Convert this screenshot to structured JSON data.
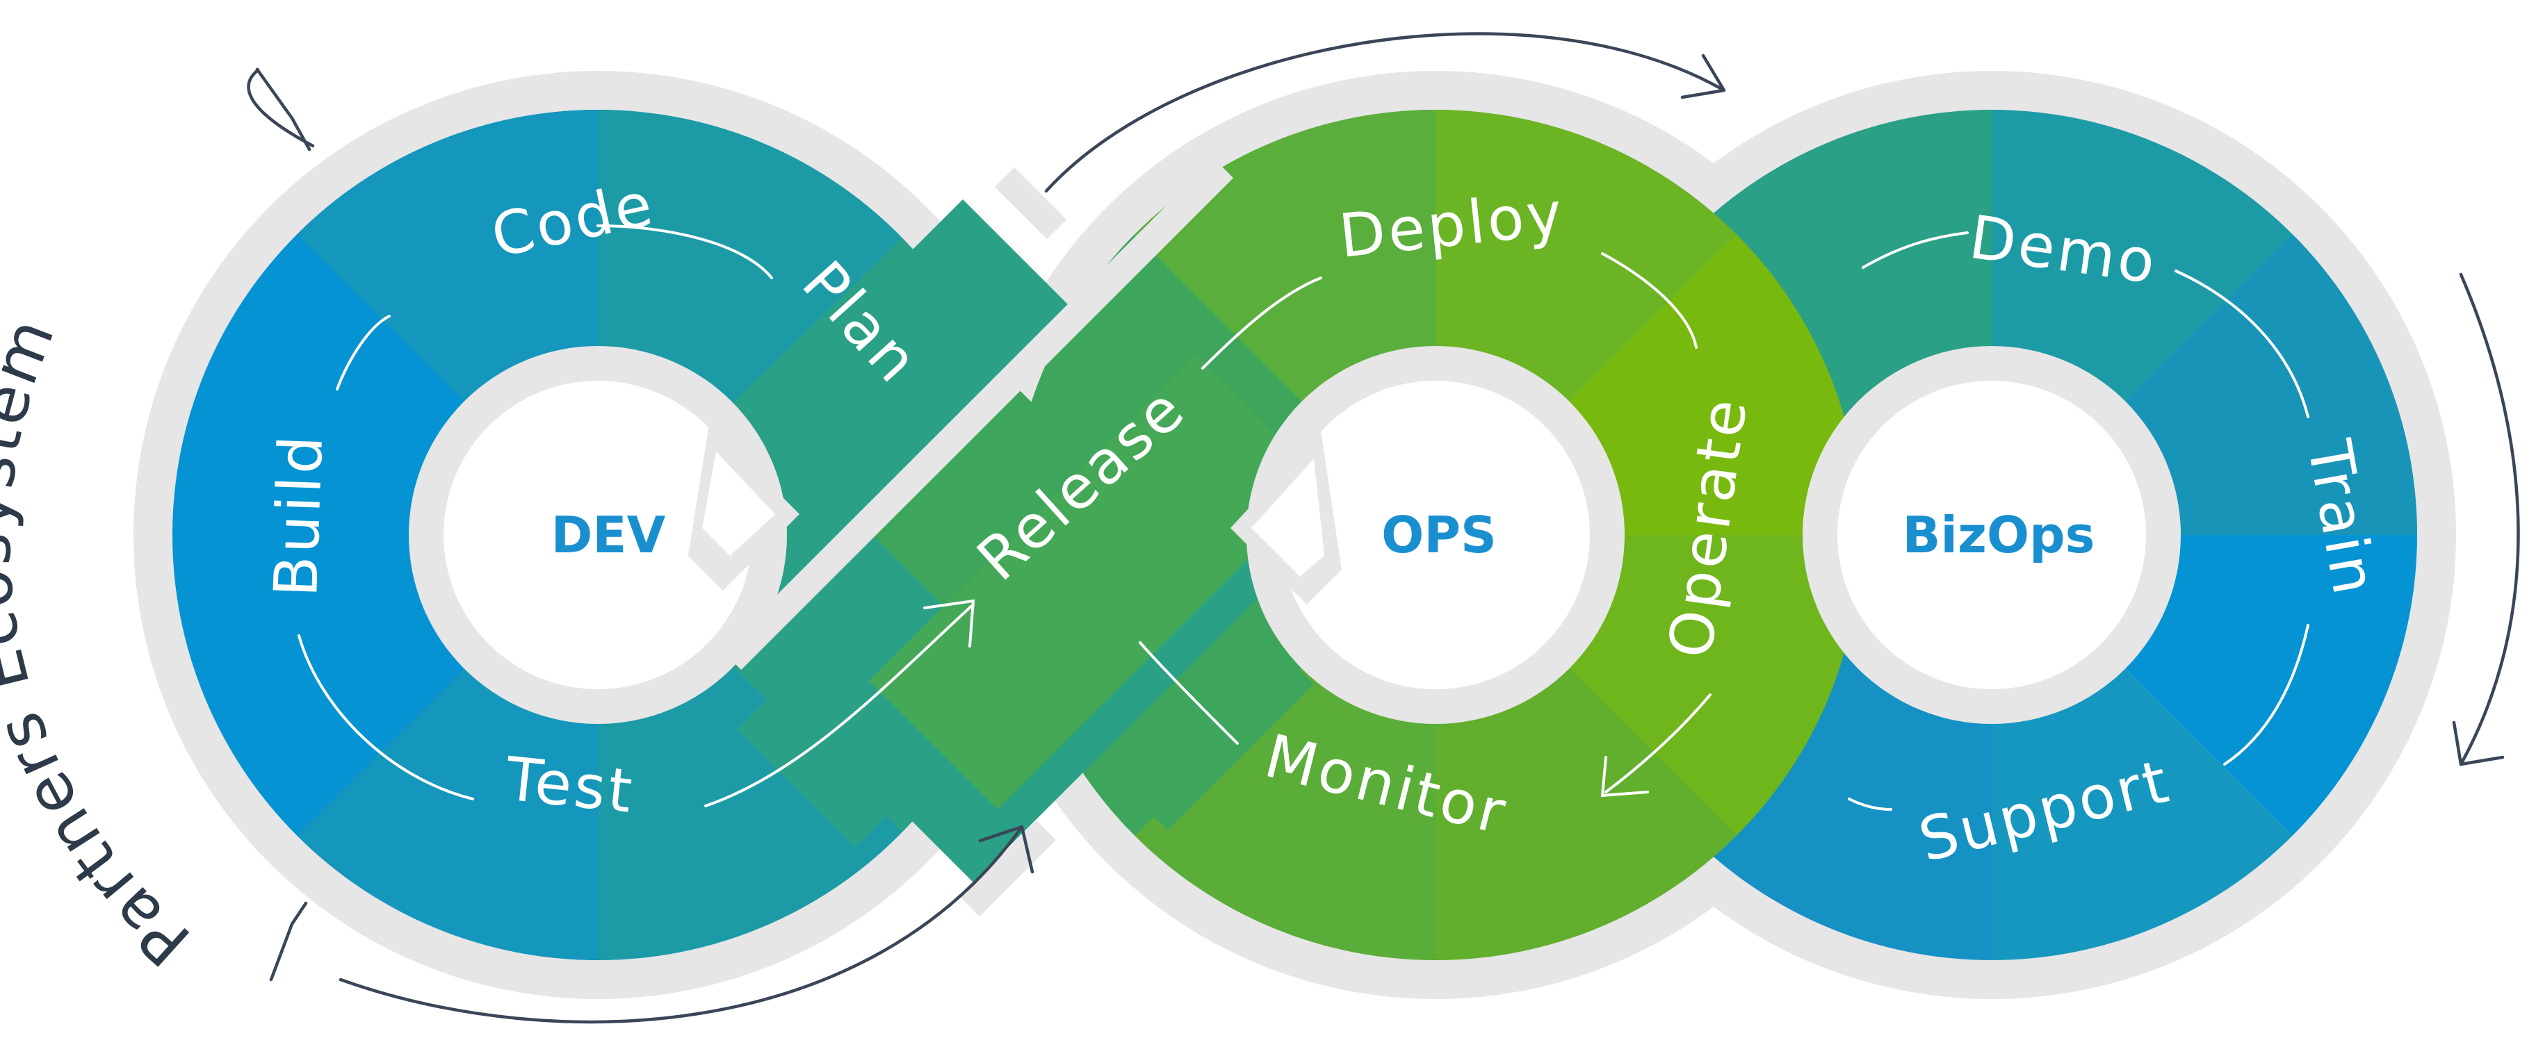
{
  "hubs": {
    "dev": "DEV",
    "ops": "OPS",
    "bizops": "BizOps"
  },
  "stages": {
    "code": "Code",
    "plan": "Plan",
    "build": "Build",
    "test": "Test",
    "release": "Release",
    "deploy": "Deploy",
    "operate": "Operate",
    "monitor": "Monitor",
    "demo": "Demo",
    "train": "Train",
    "support": "Support"
  },
  "side_label": "Partners Ecosystem",
  "colors": {
    "blue": "#0593d3",
    "teal": "#1c9ba7",
    "sea_green": "#2aa086",
    "green": "#63b030",
    "lime": "#78b90f",
    "hub_text": "#1a8fd0",
    "ring": "#e6e6e6",
    "sketch_dark": "#3a4658"
  }
}
